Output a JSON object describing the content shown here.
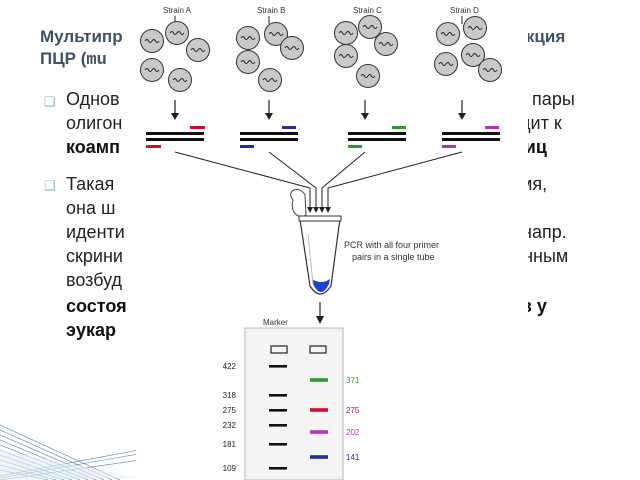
{
  "slide": {
    "title_line1": "Мультипр",
    "title_line1_right": "еакция",
    "title_line2_prefix": "ПЦР (",
    "title_line2_mono": "mu",
    "bullet1": {
      "line1_left": "Однов",
      "line1_right": "й пары",
      "line2_left": "олигон",
      "line2_right": "иводит к",
      "line3_left": "коамп",
      "line3_right": "триц"
    },
    "bullet2": {
      "line1_left": "Такая",
      "line1_right": "емя,",
      "line2_left": "она ш",
      "line2_right": "-",
      "line3_left": "иденти",
      "line3_right": ", напр.",
      "line4_left": "скрини",
      "line4_right": "ионным",
      "line5_left": "возбуд",
      "line6_left": "состоя",
      "line6_right": "нов у",
      "line7_left": "эукар"
    }
  },
  "figure": {
    "strains": [
      "Strain A",
      "Strain B",
      "Strain C",
      "Strain D"
    ],
    "tube_label_line1": "PCR with all four primer",
    "tube_label_line2": "pairs in a single tube",
    "gel_title": "Marker",
    "marker_sizes": [
      "422",
      "318",
      "275",
      "232",
      "181",
      "109"
    ],
    "band_sizes": [
      "371",
      "275",
      "202",
      "141"
    ]
  },
  "colors": {
    "title": "#3f5266",
    "green": "#2e9b2e",
    "red": "#c8102e",
    "magenta": "#b82eb8",
    "blue": "#1f2f9b",
    "tube_liquid": "#1f3fd0"
  }
}
